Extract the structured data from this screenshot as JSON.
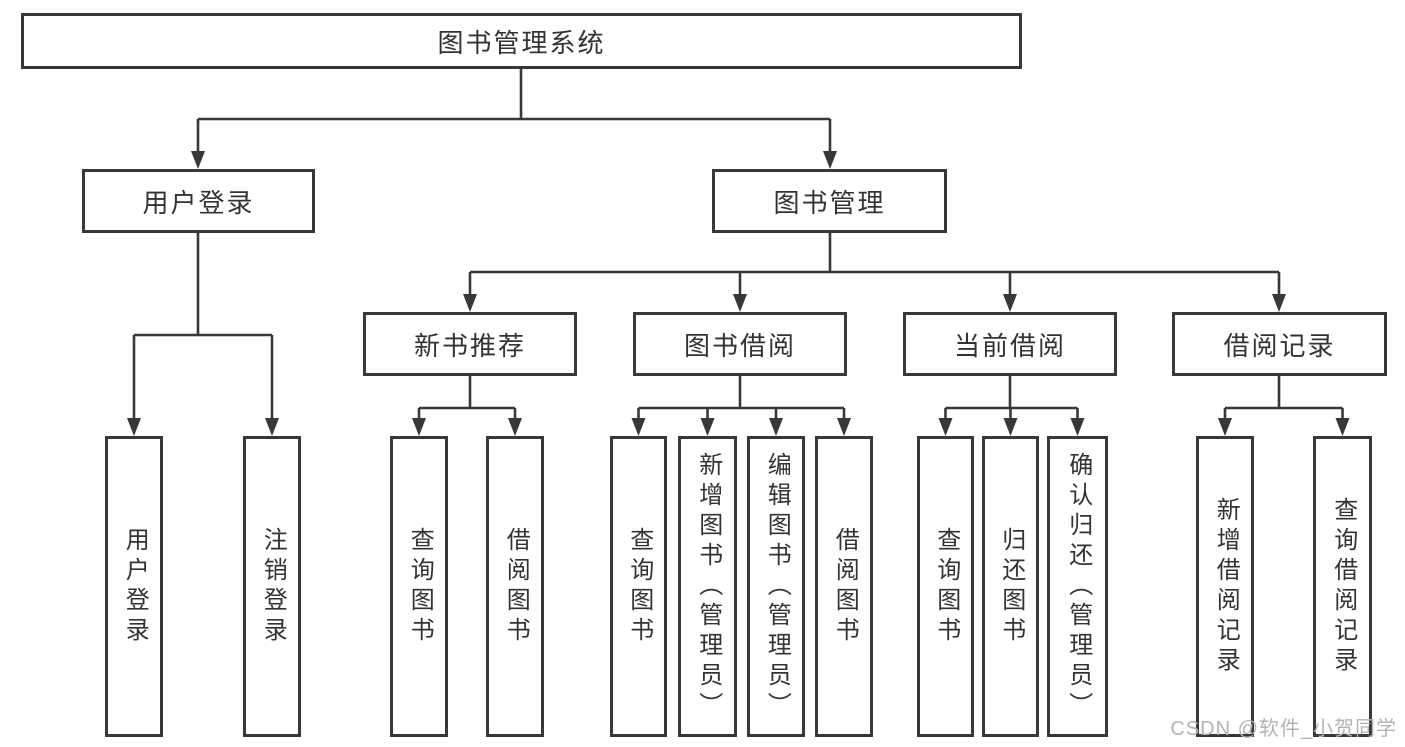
{
  "diagram": {
    "root": {
      "label": "图书管理系统",
      "children": [
        {
          "label": "用户登录",
          "children": [
            {
              "label": "用户登录"
            },
            {
              "label": "注销登录"
            }
          ]
        },
        {
          "label": "图书管理",
          "children": [
            {
              "label": "新书推荐",
              "children": [
                {
                  "label": "查询图书"
                },
                {
                  "label": "借阅图书"
                }
              ]
            },
            {
              "label": "图书借阅",
              "children": [
                {
                  "label": "查询图书"
                },
                {
                  "label": "新增图书（管理员）"
                },
                {
                  "label": "编辑图书（管理员）"
                },
                {
                  "label": "借阅图书"
                }
              ]
            },
            {
              "label": "当前借阅",
              "children": [
                {
                  "label": "查询图书"
                },
                {
                  "label": "归还图书"
                },
                {
                  "label": "确认归还（管理员）"
                }
              ]
            },
            {
              "label": "借阅记录",
              "children": [
                {
                  "label": "新增借阅记录"
                },
                {
                  "label": "查询借阅记录"
                }
              ]
            }
          ]
        }
      ]
    }
  },
  "watermark": {
    "text": "CSDN @软件_小贺同学"
  },
  "colors": {
    "line": "#383838",
    "box_border": "#383838",
    "text": "#333333",
    "background": "#ffffff",
    "watermark": "#b3b3b3"
  }
}
